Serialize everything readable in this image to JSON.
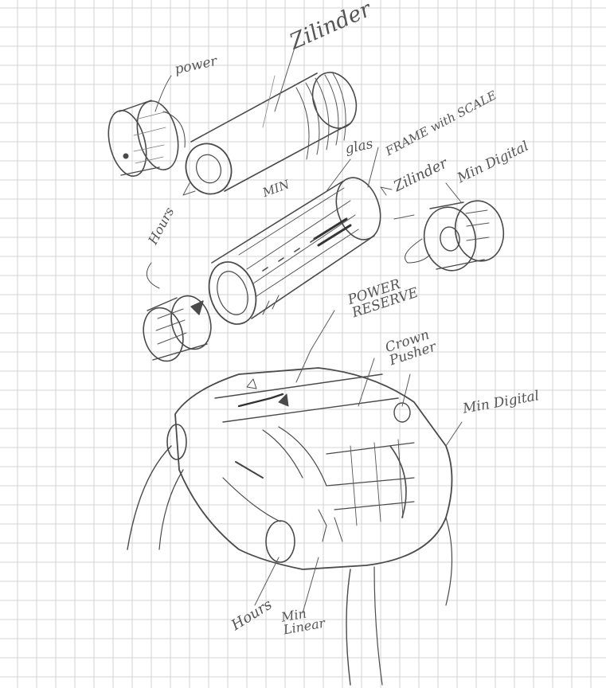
{
  "sketch": {
    "subject": "exploded-view pencil sketch of a cylinder watch",
    "colors": {
      "paper": "#ffffff",
      "grid": "#c9c9c9",
      "pencil": "#4a4a4a",
      "pencil_light": "#8a8a8a"
    },
    "labels": {
      "power": "power",
      "zilinder_top": "Zilinder",
      "glas": "glas",
      "frame_with_scale": "FRAME with SCALE",
      "min_digital_top": "Min Digital",
      "zilinder_mid": "Zilinder",
      "min": "MIN",
      "hours_left": "Hours",
      "power_reserve": "POWER RESERVE",
      "crown_pusher": "Crown Pusher",
      "min_digital_bottom": "Min Digital",
      "hours_bottom": "Hours",
      "min_linear": "Min Linear"
    }
  }
}
